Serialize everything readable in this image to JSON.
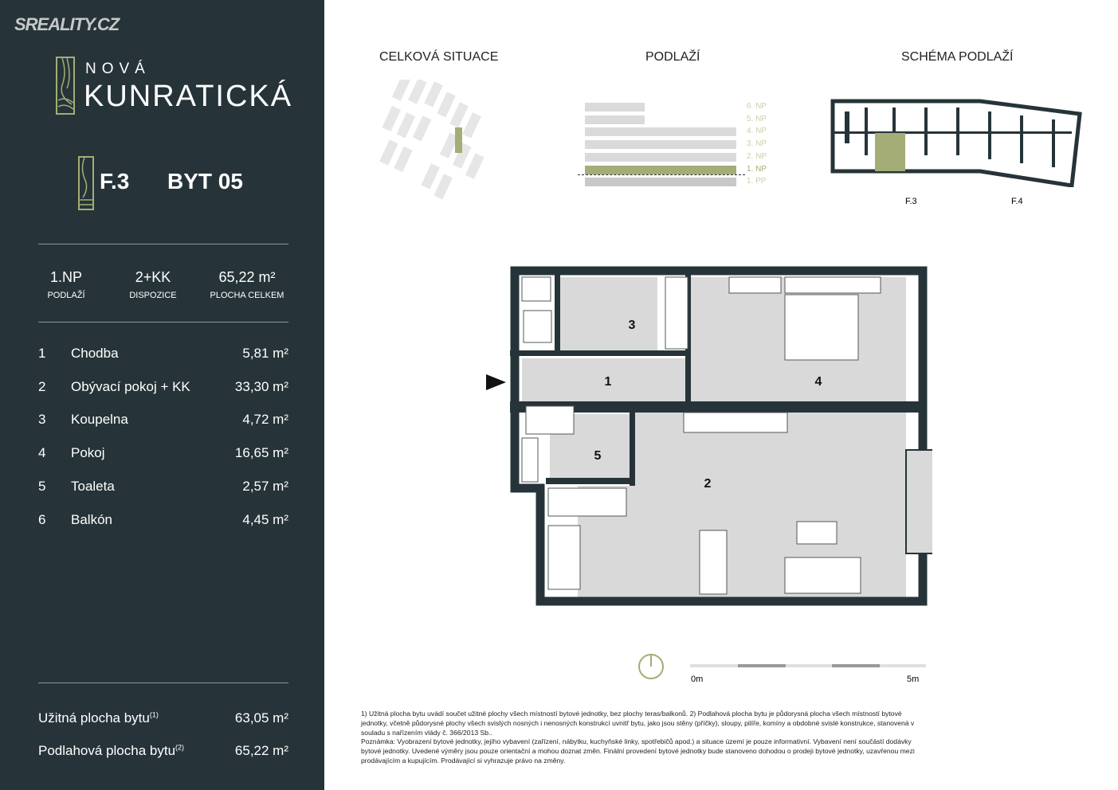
{
  "brand": {
    "portal": "SREALITY.CZ",
    "project_top": "NOVÁ",
    "project_name": "KUNRATICKÁ"
  },
  "unit": {
    "building": "F.3",
    "apartment": "BYT 05"
  },
  "stats": [
    {
      "value": "1.NP",
      "label": "PODLAŽÍ"
    },
    {
      "value": "2+KK",
      "label": "DISPOZICE"
    },
    {
      "value": "65,22 m²",
      "label": "PLOCHA CELKEM"
    }
  ],
  "rooms": [
    {
      "n": "1",
      "name": "Chodba",
      "area": "5,81 m²"
    },
    {
      "n": "2",
      "name": "Obývací pokoj + KK",
      "area": "33,30 m²"
    },
    {
      "n": "3",
      "name": "Koupelna",
      "area": "4,72 m²"
    },
    {
      "n": "4",
      "name": "Pokoj",
      "area": "16,65 m²"
    },
    {
      "n": "5",
      "name": "Toaleta",
      "area": "2,57 m²"
    },
    {
      "n": "6",
      "name": "Balkón",
      "area": "4,45 m²"
    }
  ],
  "totals": [
    {
      "label": "Užitná plocha bytu",
      "sup": "(1)",
      "area": "63,05 m²"
    },
    {
      "label": "Podlahová plocha bytu",
      "sup": "(2)",
      "area": "65,22 m²"
    }
  ],
  "headings": {
    "site": "CELKOVÁ SITUACE",
    "floors": "PODLAŽÍ",
    "scheme": "SCHÉMA PODLAŽÍ"
  },
  "floors": [
    "6. NP",
    "5. NP",
    "4. NP",
    "3. NP",
    "2. NP",
    "1. NP",
    "1. PP"
  ],
  "scheme_labels": [
    "F.3",
    "F.4"
  ],
  "scale": {
    "start": "0m",
    "end": "5m"
  },
  "notes": [
    "1) Užitná plocha bytu uvádí součet užitné plochy všech místností bytové jednotky, bez plochy teras/balkonů. 2) Podlahová plocha bytu je půdorysná plocha všech místností bytové jednotky, včetně půdorysné plochy všech svislých nosných i nenosných konstrukcí uvnitř bytu, jako jsou stěny (příčky), sloupy, pilíře, komíny a obdobné svislé konstrukce, stanovená v souladu s nařízením vlády č. 366/2013 Sb..",
    "Poznámka: Vyobrazení bytové jednotky, jejího vybavení (zařízení, nábytku, kuchyňské linky, spotřebičů apod.) a situace území je pouze informativní. Vybavení není součástí dodávky bytové jednotky. Uvedené výměry jsou pouze orientační a mohou doznat změn. Finální provedení bytové jednotky bude stanoveno dohodou o prodeji bytové jednotky, uzavřenou mezi prodávajícím a kupujícím. Prodávající si vyhrazuje právo na změny."
  ],
  "colors": {
    "sidebar": "#263439",
    "accent": "#a3ad75",
    "room": "#d9d9d9"
  }
}
